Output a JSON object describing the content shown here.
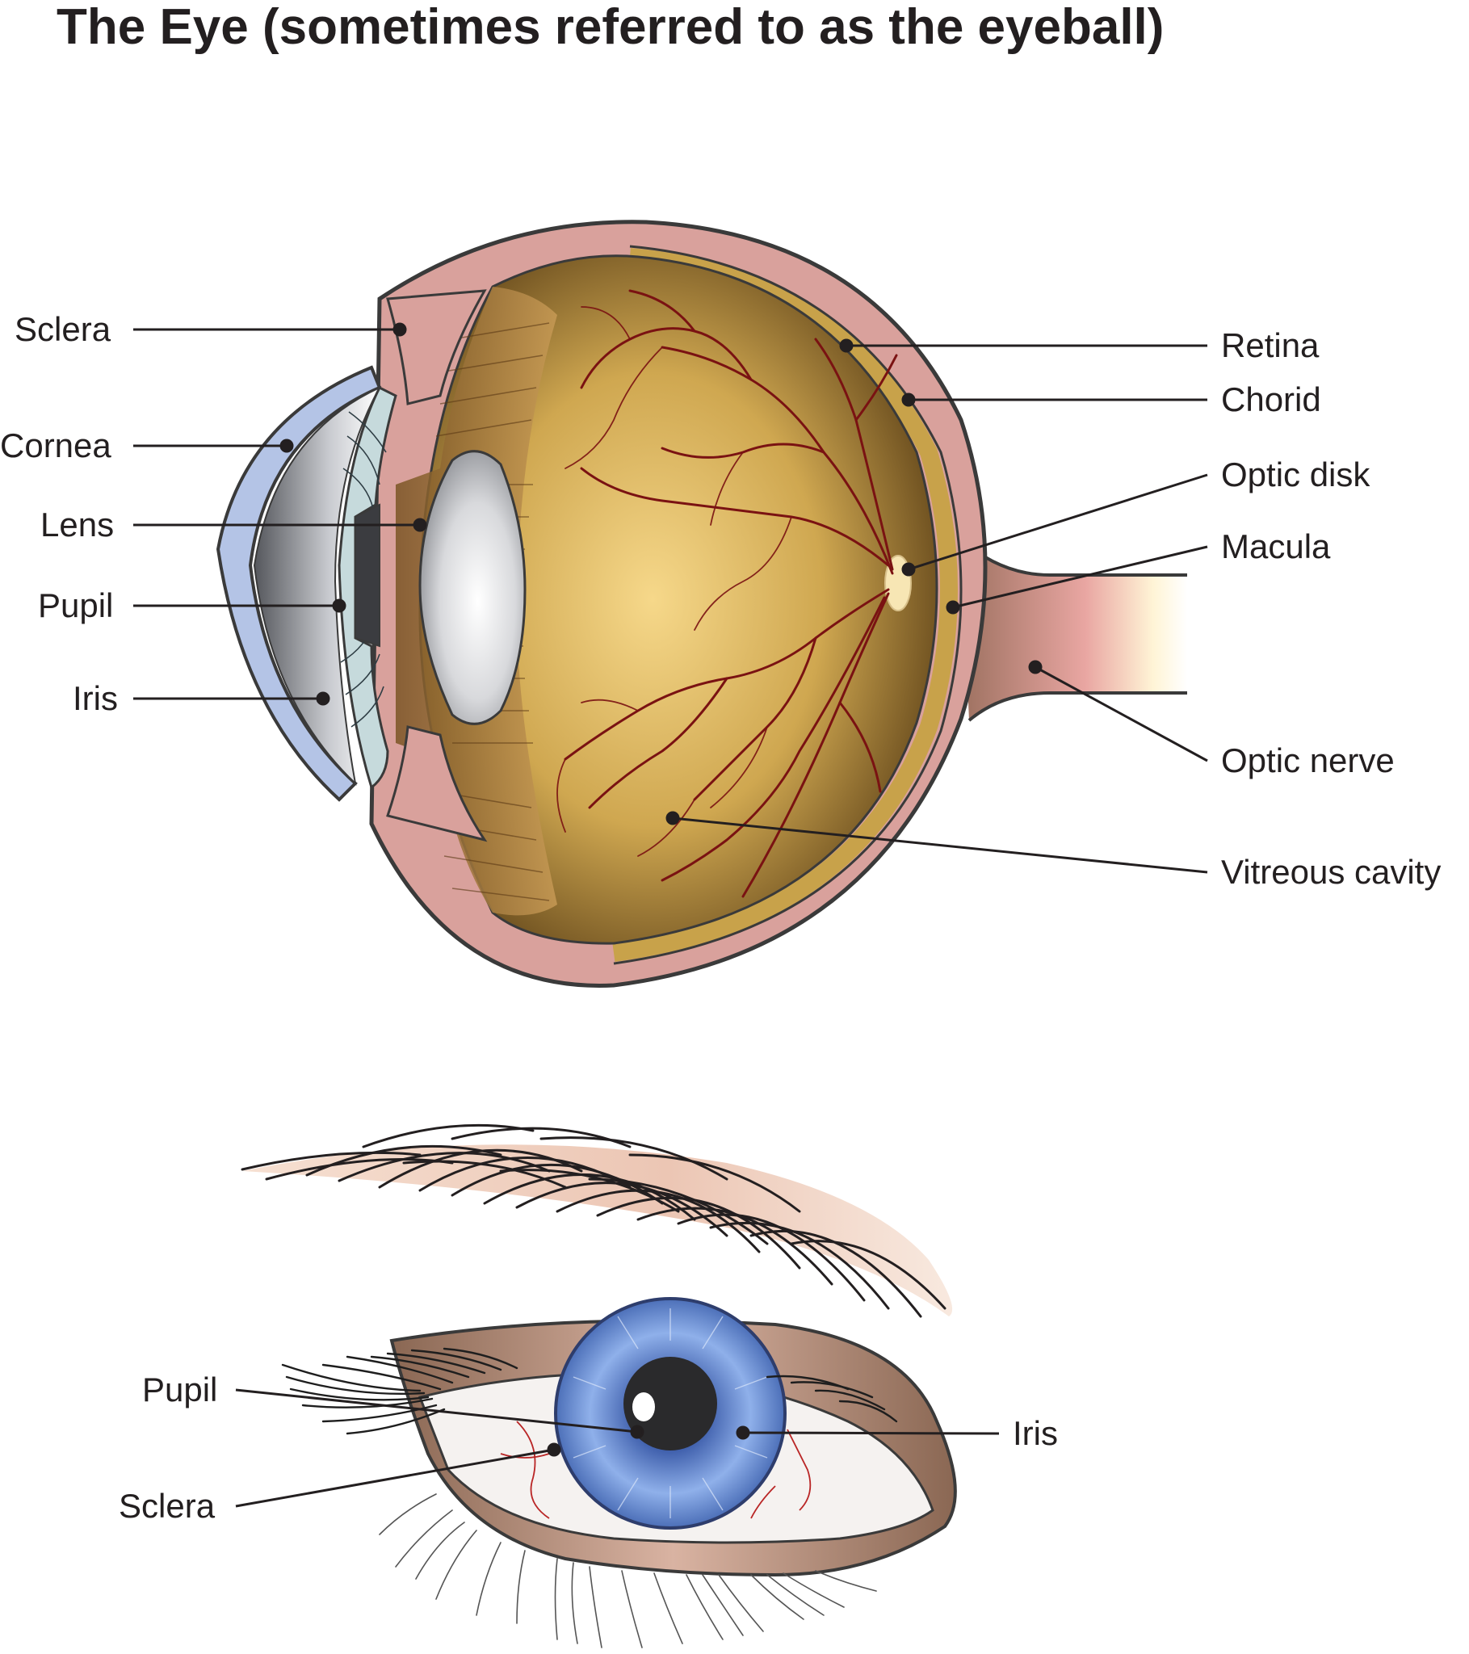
{
  "title": "The Eye (sometimes referred to as the eyeball)",
  "cross_section_labels": {
    "sclera": "Sclera",
    "cornea": "Cornea",
    "lens": "Lens",
    "pupil": "Pupil",
    "iris": "Iris",
    "retina": "Retina",
    "chorid": "Chorid",
    "optic_disk": "Optic disk",
    "macula": "Macula",
    "optic_nerve": "Optic nerve",
    "vitreous_cavity": "Vitreous cavity"
  },
  "external_eye_labels": {
    "pupil": "Pupil",
    "sclera": "Sclera",
    "iris": "Iris"
  },
  "colors": {
    "sclera": "#d9a19c",
    "outline": "#3a3a3a",
    "vitreous": "#d6b25a",
    "vitreous_dark": "#6b4a1c",
    "vessel": "#7a1212",
    "cornea": "#b4c4e6",
    "iris_blue": "#7e9fdb",
    "lid": "#b08a74"
  }
}
